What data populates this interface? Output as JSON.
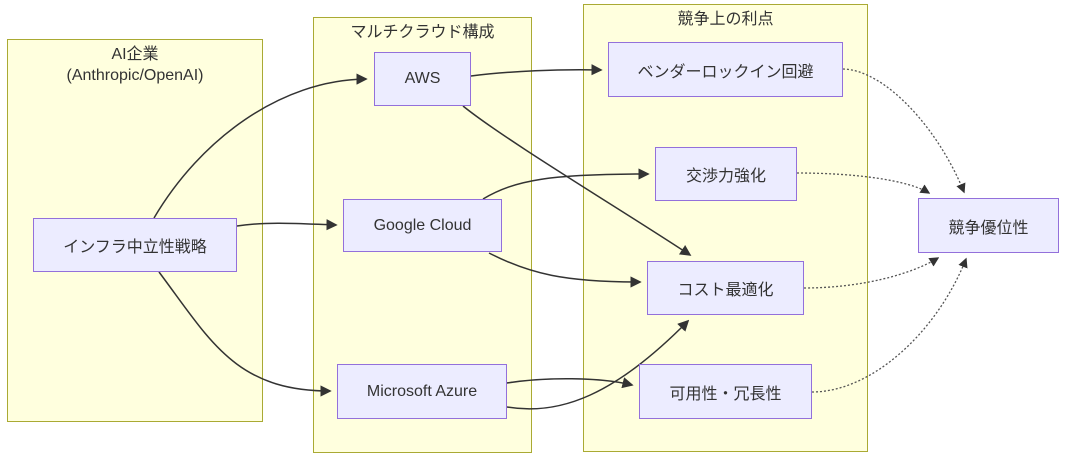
{
  "colors": {
    "background": "#FFFFFF",
    "cluster_fill": "#FFFFDE",
    "cluster_border": "#AAAA33",
    "node_fill": "#ECECFF",
    "node_border": "#9370DB",
    "edge": "#333333",
    "dotted_edge": "#555555",
    "text": "#333333"
  },
  "clusters": {
    "ai": {
      "title": "AI企業",
      "subtitle": "(Anthropic/OpenAI)"
    },
    "multicloud": {
      "title": "マルチクラウド構成"
    },
    "benefits": {
      "title": "競争上の利点"
    }
  },
  "nodes": {
    "strategy": {
      "label": "インフラ中立性戦略"
    },
    "aws": {
      "label": "AWS"
    },
    "google_cloud": {
      "label": "Google Cloud"
    },
    "azure": {
      "label": "Microsoft Azure"
    },
    "vendor_lockin_avoidance": {
      "label": "ベンダーロックイン回避"
    },
    "negotiation_power": {
      "label": "交渉力強化"
    },
    "cost_optimization": {
      "label": "コスト最適化"
    },
    "availability_redundancy": {
      "label": "可用性・冗長性"
    },
    "competitive_advantage": {
      "label": "競争優位性"
    }
  },
  "edges": [
    {
      "from": "strategy",
      "to": "aws",
      "style": "solid"
    },
    {
      "from": "strategy",
      "to": "google_cloud",
      "style": "solid"
    },
    {
      "from": "strategy",
      "to": "azure",
      "style": "solid"
    },
    {
      "from": "aws",
      "to": "vendor_lockin_avoidance",
      "style": "solid"
    },
    {
      "from": "aws",
      "to": "cost_optimization",
      "style": "solid"
    },
    {
      "from": "google_cloud",
      "to": "negotiation_power",
      "style": "solid"
    },
    {
      "from": "google_cloud",
      "to": "cost_optimization",
      "style": "solid"
    },
    {
      "from": "azure",
      "to": "availability_redundancy",
      "style": "solid"
    },
    {
      "from": "azure",
      "to": "cost_optimization",
      "style": "solid"
    },
    {
      "from": "vendor_lockin_avoidance",
      "to": "competitive_advantage",
      "style": "dotted"
    },
    {
      "from": "negotiation_power",
      "to": "competitive_advantage",
      "style": "dotted"
    },
    {
      "from": "cost_optimization",
      "to": "competitive_advantage",
      "style": "dotted"
    },
    {
      "from": "availability_redundancy",
      "to": "competitive_advantage",
      "style": "dotted"
    }
  ]
}
